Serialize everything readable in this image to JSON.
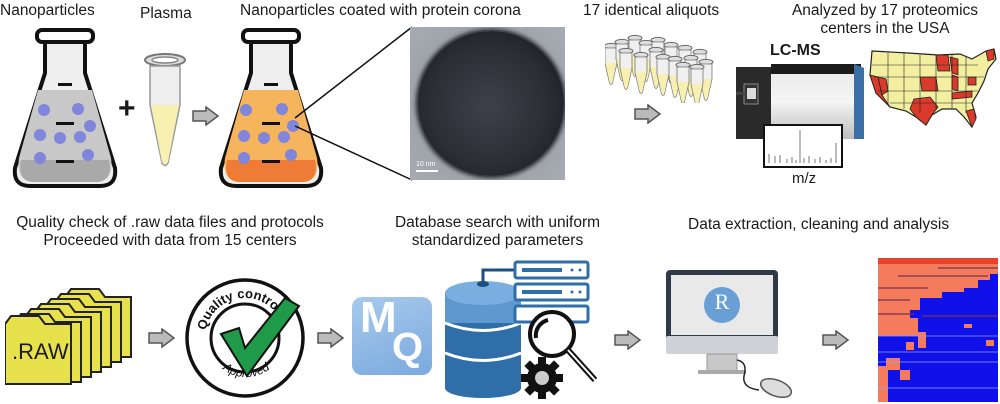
{
  "top_row": {
    "step1": {
      "label": "Nanoparticles"
    },
    "step2": {
      "label": "Plasma"
    },
    "step3": {
      "label": "Nanoparticles coated with protein corona",
      "scale_bar": "10 nm"
    },
    "step4": {
      "label": "17 identical aliquots"
    },
    "step5": {
      "label_line1": "Analyzed by 17 proteomics",
      "label_line2": "centers in the USA",
      "instrument_label": "LC-MS",
      "spectrum_axis": "m/z"
    }
  },
  "bottom_row": {
    "step6": {
      "label_line1": "Quality check of .raw data files and protocols",
      "label_line2": "Proceeded with data from 15 centers",
      "file_label": ".RAW",
      "seal_top": "Quality control",
      "seal_bottom": "Approved"
    },
    "step7": {
      "label_line1": "Database search with uniform",
      "label_line2": "standardized parameters",
      "mq_logo_m": "M",
      "mq_logo_q": "Q"
    },
    "step8": {
      "label": "Data extraction, cleaning and analysis",
      "r_logo": "R"
    }
  },
  "symbols": {
    "plus": "+"
  },
  "colors": {
    "nanoparticle": "#7f86dc",
    "plasma": "#f7f0b0",
    "corona_liquid": "#f6b45c",
    "corona_bottom": "#ee7b36",
    "grey_liquid": "#c8c8c8",
    "file_yellow": "#e7e24c",
    "check_green": "#1f9a48",
    "db_blue": "#2f6ea8",
    "mq_blue": "#8db7e2",
    "map_selected": "#d93a2b",
    "map_other": "#f2f0a0",
    "heat_red": "#f47c5c",
    "heat_blue": "#1010e8",
    "r_blue": "#6a9fd6"
  }
}
